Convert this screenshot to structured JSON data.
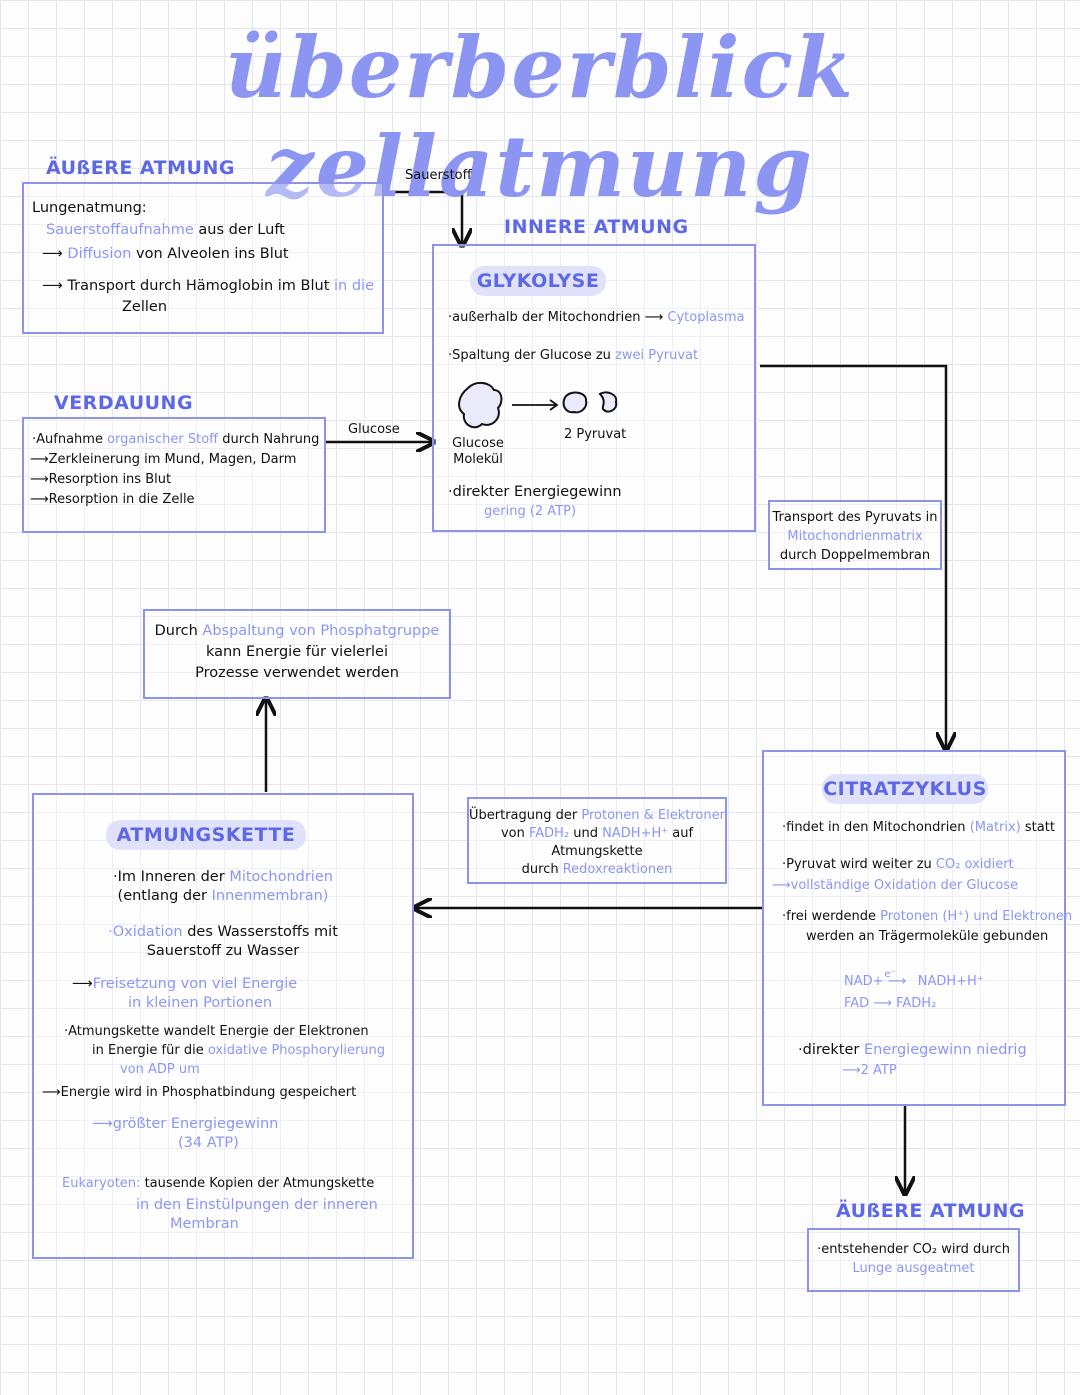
{
  "title": "überberblick zellatmung",
  "aeussere_atmung": {
    "heading": "ÄUßERE ATMUNG",
    "line1": "Lungenatmung:",
    "line2a": "Sauerstoffaufnahme",
    "line2b": " aus der Luft",
    "line3a": "Diffusion",
    "line3b": " von Alveolen ins Blut",
    "line4a": "Transport durch Hämoglobin im Blut ",
    "line4b": "in die",
    "line5": "Zellen"
  },
  "sauerstoff_label": "Sauerstoff",
  "verdauung": {
    "heading": "VERDAUUNG",
    "line1a": "·Aufnahme ",
    "line1b": "organischer Stoff",
    "line1c": " durch Nahrung",
    "line2": "Zerkleinerung im Mund, Magen, Darm",
    "line3": "Resorption ins Blut",
    "line4": "Resorption in die Zelle"
  },
  "glucose_label": "Glucose",
  "innere_atmung": {
    "heading": "INNERE ATMUNG",
    "glykolyse_title": "GLYKOLYSE",
    "line1a": "·außerhalb der Mitochondrien",
    "line1b": "Cytoplasma",
    "line2a": "·Spaltung der Glucose zu ",
    "line2b": "zwei Pyruvat",
    "molecule_label": "Glucose Molekül",
    "molecule_label1": "Glucose",
    "molecule_label2": "Molekül",
    "pyruvat_label": "2 Pyruvat",
    "line3": "·direkter Energiegewinn",
    "line4": "gering (2 ATP)"
  },
  "transport_box": {
    "line1": "Transport des Pyruvats in",
    "line2": "Mitochondrienmatrix",
    "line3": "durch Doppelmembran"
  },
  "phosphat_box": {
    "line1a": "Durch ",
    "line1b": "Abspaltung von Phosphatgruppe",
    "line2": "kann Energie für vielerlei",
    "line3": "Prozesse verwendet werden"
  },
  "atmungskette": {
    "title": "ATMUNGSKETTE",
    "l1a": "·Im Inneren der ",
    "l1b": "Mitochondrien",
    "l2a": "(entlang der ",
    "l2b": "Innenmembran)",
    "l3a": "·Oxidation",
    "l3b": " des Wasserstoffs mit",
    "l4": "Sauerstoff zu Wasser",
    "l5": "Freisetzung von viel Energie",
    "l6": "in kleinen Portionen",
    "l7": "·Atmungskette wandelt Energie der Elektronen",
    "l8a": "in Energie für die ",
    "l8b": "oxidative Phosphorylierung",
    "l9": "von ADP um",
    "l10": "Energie wird in Phosphatbindung gespeichert",
    "l11": "größter Energiegewinn",
    "l12": "(34 ATP)",
    "l13a": "Eukaryoten: ",
    "l13b": "tausende Kopien der Atmungskette",
    "l14": "in den Einstülpungen der inneren",
    "l15": "Membran"
  },
  "uebertragung_box": {
    "l1a": "Übertragung der ",
    "l1b": "Protonen & Elektronen",
    "l2a": "von ",
    "l2b": "FADH₂",
    "l2c": " und ",
    "l2d": "NADH+H⁺",
    "l2e": " auf",
    "l3": "Atmungskette",
    "l4a": "durch ",
    "l4b": "Redoxreaktionen"
  },
  "citratzyklus": {
    "title": "CITRATZYKLUS",
    "l1a": "·findet in den Mitochondrien ",
    "l1b": "(Matrix)",
    "l1c": " statt",
    "l2a": "·Pyruvat wird weiter zu ",
    "l2b": "CO₂ oxidiert",
    "l3": "vollständige Oxidation der Glucose",
    "l4a": "·frei werdende ",
    "l4b": "Protonen (H⁺) und Elektronen",
    "l5": "werden an Trägermoleküle gebunden",
    "nad": "NAD+",
    "e": "e⁻",
    "nadh": "NADH+H⁺",
    "fad": "FAD",
    "fadh": "FADH₂",
    "l6a": "·direkter ",
    "l6b": "Energiegewinn niedrig",
    "l7": "2 ATP"
  },
  "aeussere_atmung2": {
    "heading": "ÄUßERE ATMUNG",
    "l1": "·entstehender CO₂ wird durch",
    "l2": "Lunge ausgeatmet"
  }
}
